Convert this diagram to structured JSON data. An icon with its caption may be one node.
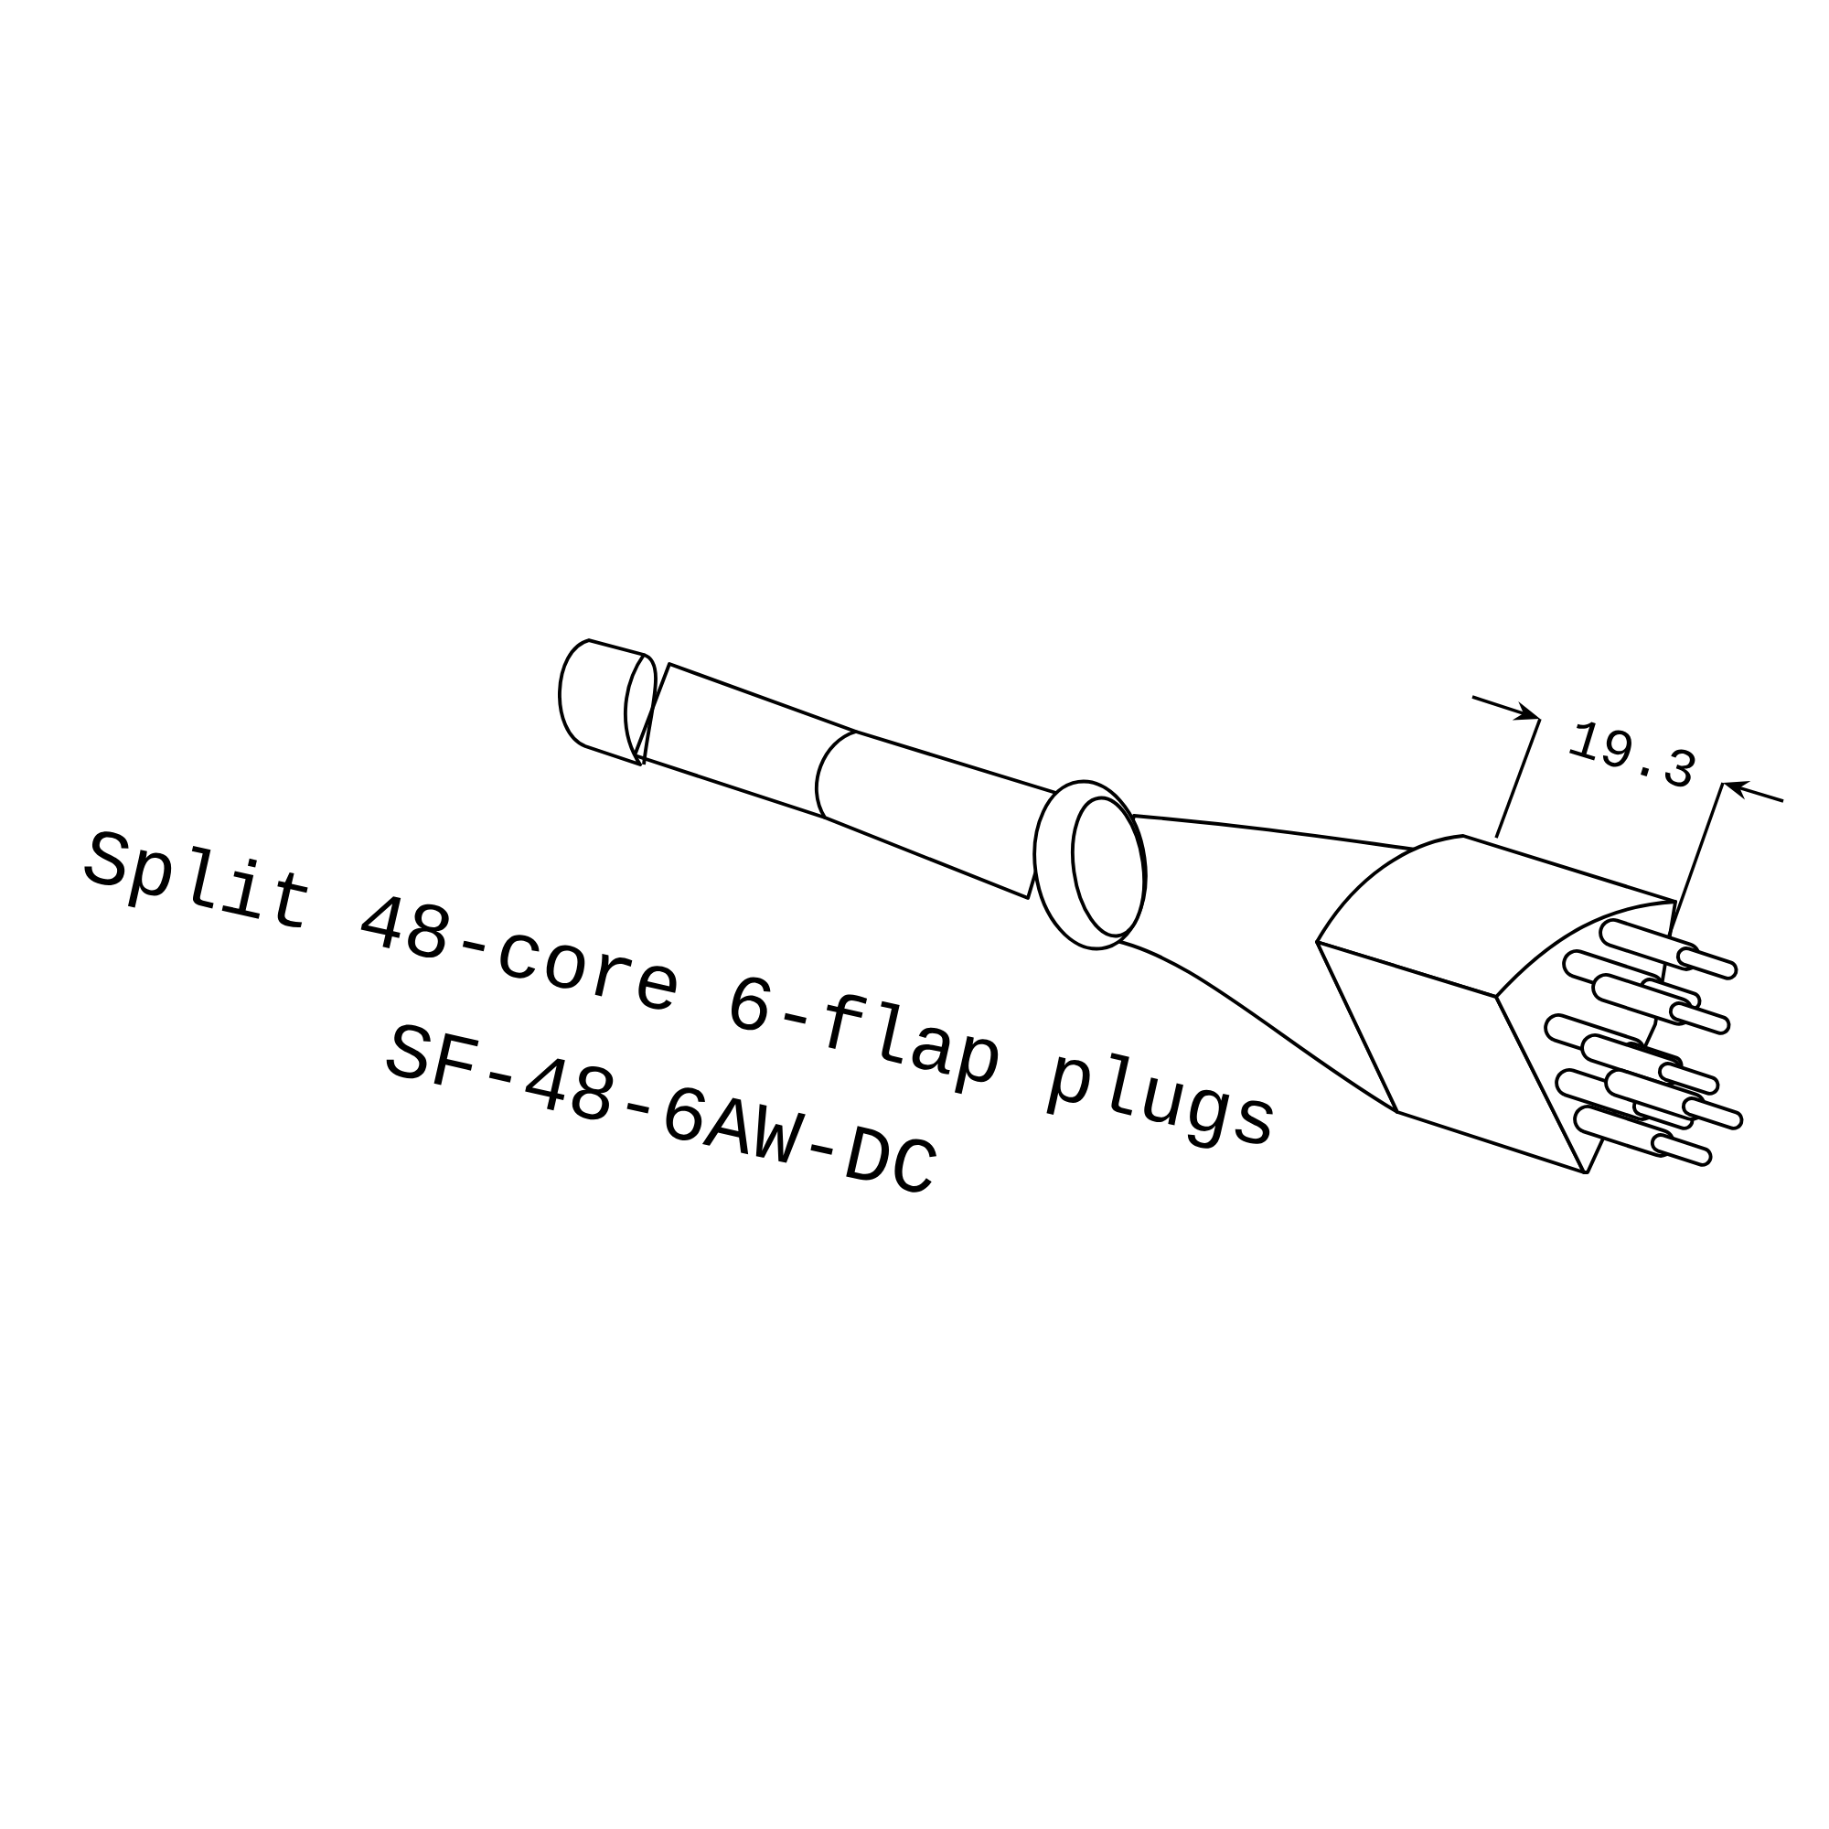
{
  "diagram": {
    "labels": [
      "19.3",
      "Split 48-core 6-flap plugs",
      "SF-48-6AW-DC"
    ]
  }
}
